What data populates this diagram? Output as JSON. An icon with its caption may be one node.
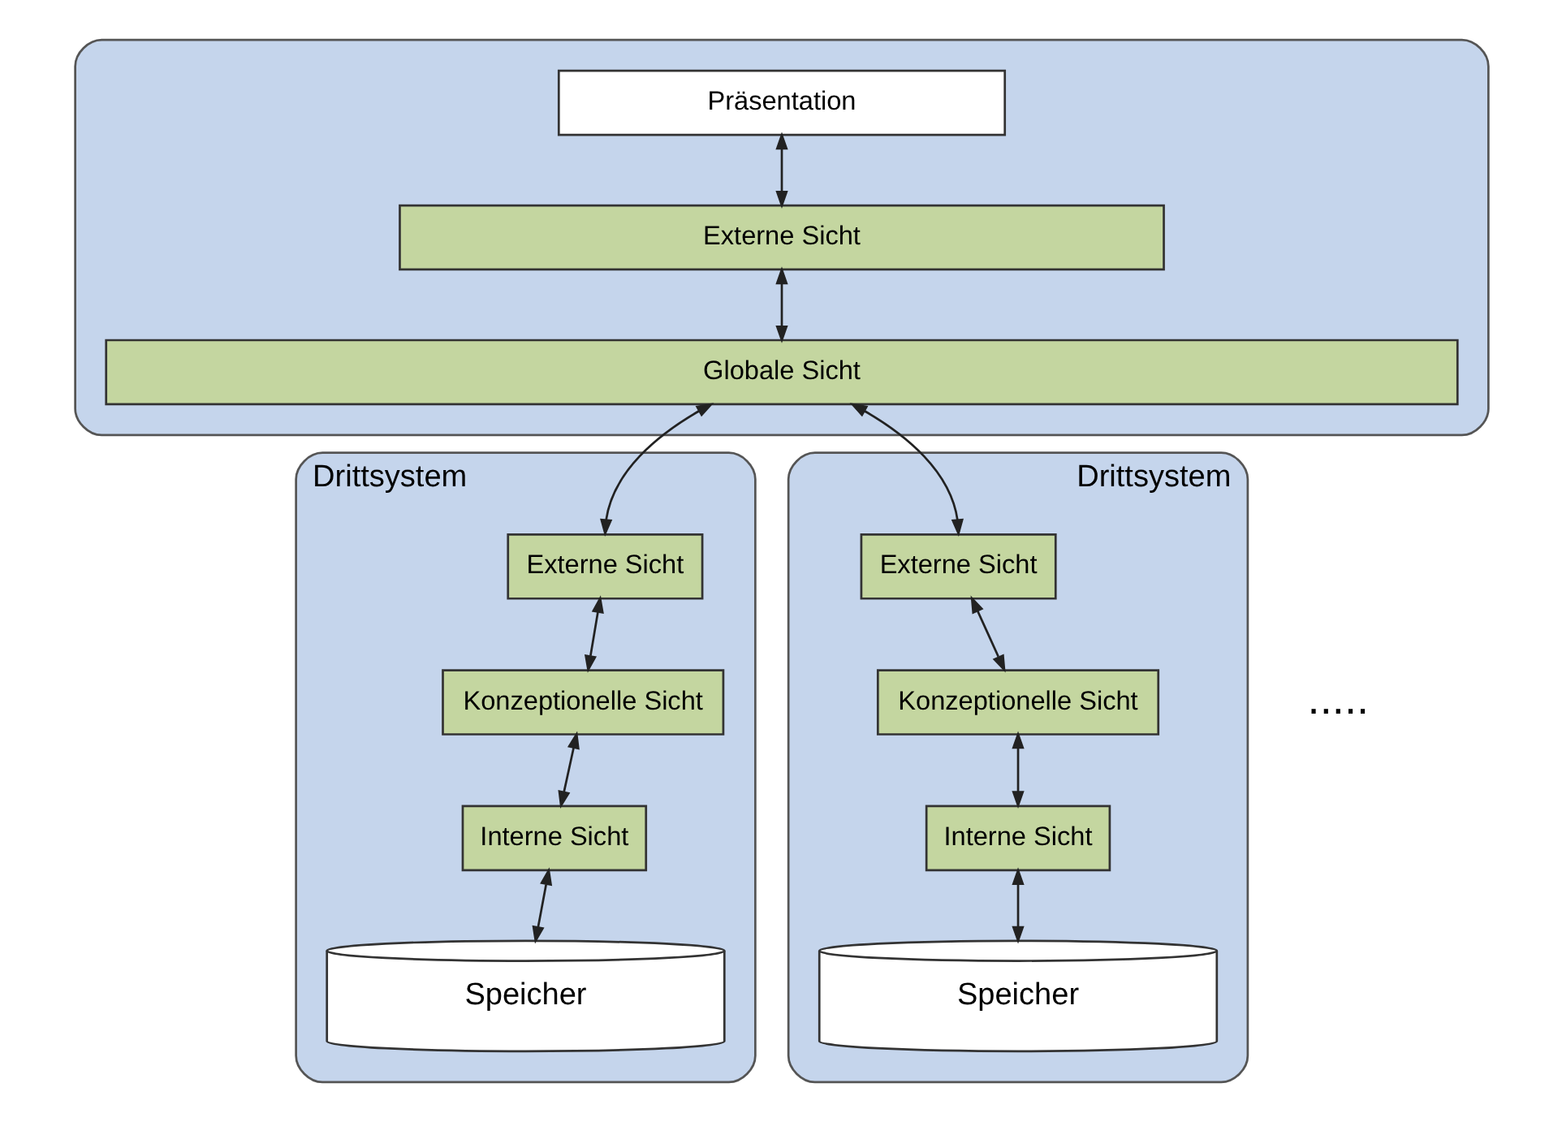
{
  "diagram": {
    "nodes": [
      {
        "text": [],
        "shape": "box"
      },
      {
        "text": [
          "Präsentation"
        ],
        "in": 0
      },
      {
        "text": [
          "Externe Sicht"
        ],
        "in": 0
      },
      {
        "text": [
          "Globale Sicht"
        ],
        "in": 0
      },
      {
        "text": [
          "Drittsystem"
        ]
      },
      {
        "text": [
          "Externe Sicht"
        ],
        "in": 4
      },
      {
        "text": [
          "Konzeptionelle Sicht"
        ],
        "in": 4
      },
      {
        "text": [
          "Interne Sicht"
        ],
        "in": 4
      },
      {
        "text": [
          "Speicher"
        ],
        "in": 4
      },
      {
        "text": [
          "Drittsystem"
        ]
      },
      {
        "text": [
          "Externe Sicht"
        ],
        "in": 9
      },
      {
        "text": [
          "Konzeptionelle Sicht"
        ],
        "in": 9
      },
      {
        "text": [
          "Interne Sicht"
        ],
        "in": 9
      },
      {
        "text": [
          "Speicher"
        ],
        "in": 9
      }
    ],
    "edges": [
      {
        "from": 1,
        "to": 2,
        "arrow": "both"
      },
      {
        "from": 2,
        "to": 3,
        "arrow": "both"
      },
      {
        "from": 3,
        "to": 5,
        "arrow": "both"
      },
      {
        "from": 3,
        "to": 10,
        "arrow": "both"
      },
      {
        "from": 5,
        "to": 6,
        "arrow": "both"
      },
      {
        "from": 6,
        "to": 7,
        "arrow": "both"
      },
      {
        "from": 7,
        "to": 8,
        "arrow": "both"
      },
      {
        "from": 10,
        "to": 11,
        "arrow": "both"
      },
      {
        "from": 11,
        "to": 12,
        "arrow": "both"
      },
      {
        "from": 12,
        "to": 13,
        "arrow": "both"
      }
    ],
    "labels": [
      "....."
    ]
  }
}
